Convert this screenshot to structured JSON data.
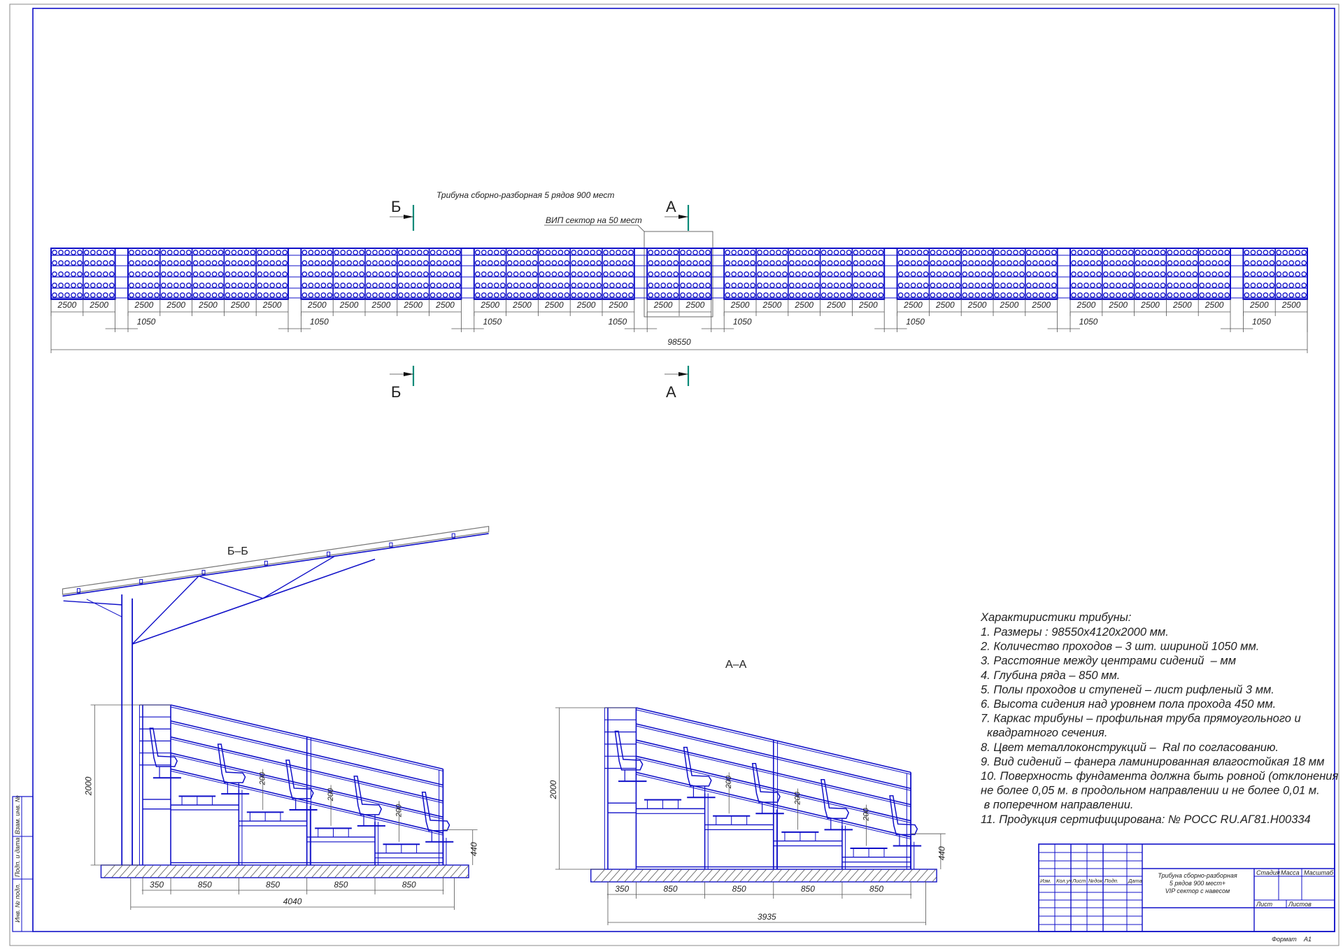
{
  "colors": {
    "structure": "#1010c8",
    "dimension": "#555555",
    "section_mark": "#0a8a78",
    "text": "#222222"
  },
  "plan": {
    "title": "Трибуна сборно-разборная 5 рядов 900 мест",
    "vip_label": "ВИП сектор на 50 мест",
    "blocks": [
      2,
      5,
      5,
      5,
      2,
      5,
      5,
      5,
      2
    ],
    "vip_block_index": 4,
    "rows": 5,
    "seats_per_bay_row": 5,
    "bay_dim": "2500",
    "aisle_dim": "1050",
    "total_dim": "98550",
    "section_marks": [
      {
        "letter": "Б",
        "position": "top"
      },
      {
        "letter": "Б",
        "position": "bottom"
      },
      {
        "letter": "А",
        "position": "top"
      },
      {
        "letter": "А",
        "position": "bottom"
      }
    ]
  },
  "sections": [
    {
      "title": "Б–Б",
      "roof": true,
      "height_dim": "2000",
      "front_dim": "440",
      "row_rise_dim": "200",
      "step_dims": [
        "350",
        "850",
        "850",
        "850",
        "850"
      ],
      "total_dim": "4040"
    },
    {
      "title": "А–А",
      "roof": false,
      "height_dim": "2000",
      "front_dim": "440",
      "row_rise_dim": "200",
      "step_dims": [
        "350",
        "850",
        "850",
        "850",
        "850"
      ],
      "total_dim": "3935"
    }
  ],
  "notes": {
    "heading": "Характиристики трибуны:",
    "lines": [
      "1. Размеры : 98550х4120х2000 мм.",
      "2. Количество проходов – 3 шт. шириной 1050 мм.",
      "3. Расстояние между центрами сидений  – мм",
      "4. Глубина ряда – 850 мм.",
      "5. Полы проходов и ступеней – лист рифленый 3 мм.",
      "6. Высота сидения над уровнем пола прохода 450 мм.",
      "7. Каркас трибуны – профильная труба прямоугольного и",
      "  квадратного сечения.",
      "8. Цвет металлоконструкций –  Ral по согласованию.",
      "9. Вид сидений – фанера ламинированная влагостойкая 18 мм",
      "10. Поверхность фундамента должна быть ровной (отклонения",
      "не более 0,05 м. в продольном направлении и не более 0,01 м.",
      " в поперечном направлении.",
      "11. Продукция сертифицирована: № РОСС RU.АГ81.Н00334"
    ]
  },
  "title_block": {
    "columns": [
      "Изм.",
      "Кол.уч.",
      "Лист",
      "№док.",
      "Подп.",
      "Дата"
    ],
    "name_lines": [
      "Трибуна сборно-разборная",
      "5 рядов 900 мест+",
      "VIP сектор с навесом"
    ],
    "stage": "Стадия",
    "mass": "Масса",
    "scale": "Масштаб",
    "sheet": "Лист",
    "sheets": "Листов",
    "format_label": "Формат",
    "format_value": "А1"
  },
  "side_stamp": [
    "Взам. инв. №",
    "Подп. и дата",
    "Инв. № подл."
  ]
}
